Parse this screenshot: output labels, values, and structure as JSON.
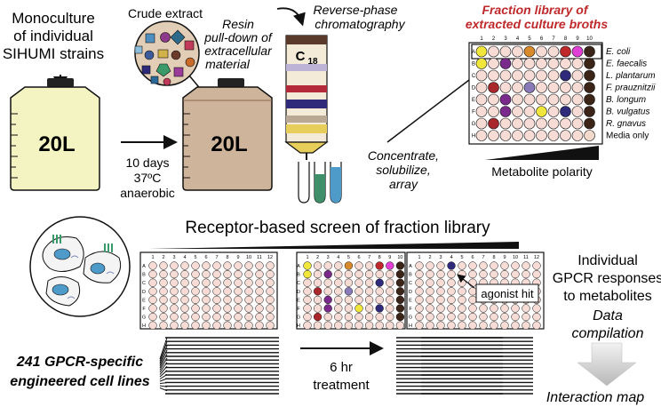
{
  "top": {
    "monoculture_line1": "Monoculture",
    "monoculture_line2": "of individual",
    "monoculture_line3": "SIHUMI strains",
    "volume_label": "20L",
    "volume_label_2": "20L",
    "incubation_line1": "10 days",
    "incubation_line2": "37ºC",
    "incubation_line3": "anaerobic",
    "crude_extract": "Crude extract",
    "resin_line1": "Resin",
    "resin_line2": "pull-down of",
    "resin_line3": "extracellular",
    "resin_line4": "material",
    "rp_line1": "Reverse-phase",
    "rp_line2": "chromatography",
    "column_label": "C",
    "column_sub": "18",
    "concentrate_line1": "Concentrate,",
    "concentrate_line2": "solubilize,",
    "concentrate_line3": "array",
    "library_title_1": "Fraction library of",
    "library_title_2": "extracted culture broths",
    "plate_cols": [
      "1",
      "2",
      "3",
      "4",
      "5",
      "6",
      "7",
      "8",
      "9",
      "10"
    ],
    "plate_rows": [
      "A",
      "B",
      "C",
      "D",
      "E",
      "F",
      "G",
      "H"
    ],
    "strains": [
      "E. coli",
      "E. faecalis",
      "L. plantarum",
      "F. prauznitzii",
      "B. longum",
      "B. vulgatus",
      "R. gnavus",
      "Media only"
    ],
    "polarity_label": "Metabolite polarity"
  },
  "bottom": {
    "screen_title": "Receptor-based screen of fraction library",
    "cell_lines_1": "241 GPCR-specific",
    "cell_lines_2": "engineered cell lines",
    "treatment_1": "6 hr",
    "treatment_2": "treatment",
    "agonist_hit": "agonist hit",
    "gpcr_line1": "Individual",
    "gpcr_line2": "GPCR responses",
    "gpcr_line3": "to metabolites",
    "data_line1": "Data",
    "data_line2": "compilation",
    "interaction_map": "Interaction map",
    "plate12_cols": [
      "1",
      "2",
      "3",
      "4",
      "5",
      "6",
      "7",
      "8",
      "9",
      "10",
      "11",
      "12"
    ],
    "plate_rows": [
      "A",
      "B",
      "C",
      "D",
      "E",
      "F",
      "G",
      "H"
    ]
  },
  "colors": {
    "culture_yellow": "#f4f3c2",
    "culture_brown": "#cdb49b",
    "well_pink": "#f6dcd5",
    "library_title_red": "#c0292b",
    "hit_blue": "#2f2a7a"
  }
}
